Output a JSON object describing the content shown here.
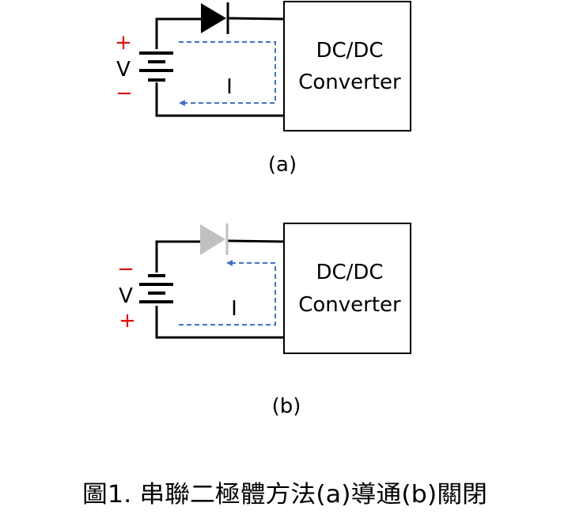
{
  "circuits": [
    {
      "id": "a",
      "state": "conducting",
      "converter_label_line1": "DC/DC",
      "converter_label_line2": "Converter",
      "voltage_label": "V",
      "top_polarity": "+",
      "bottom_polarity": "−",
      "current_label": "I",
      "sub_caption": "(a)",
      "diode_color": "#000000"
    },
    {
      "id": "b",
      "state": "blocking",
      "converter_label_line1": "DC/DC",
      "converter_label_line2": "Converter",
      "voltage_label": "V",
      "top_polarity": "−",
      "bottom_polarity": "+",
      "current_label": "I",
      "sub_caption": "(b)",
      "diode_color": "#c0c0c0"
    }
  ],
  "figure_caption": "圖1. 串聯二極體方法(a)導通(b)關閉",
  "colors": {
    "wire": "#000000",
    "current_arrow": "#4472c4",
    "polarity": "#e00000"
  }
}
